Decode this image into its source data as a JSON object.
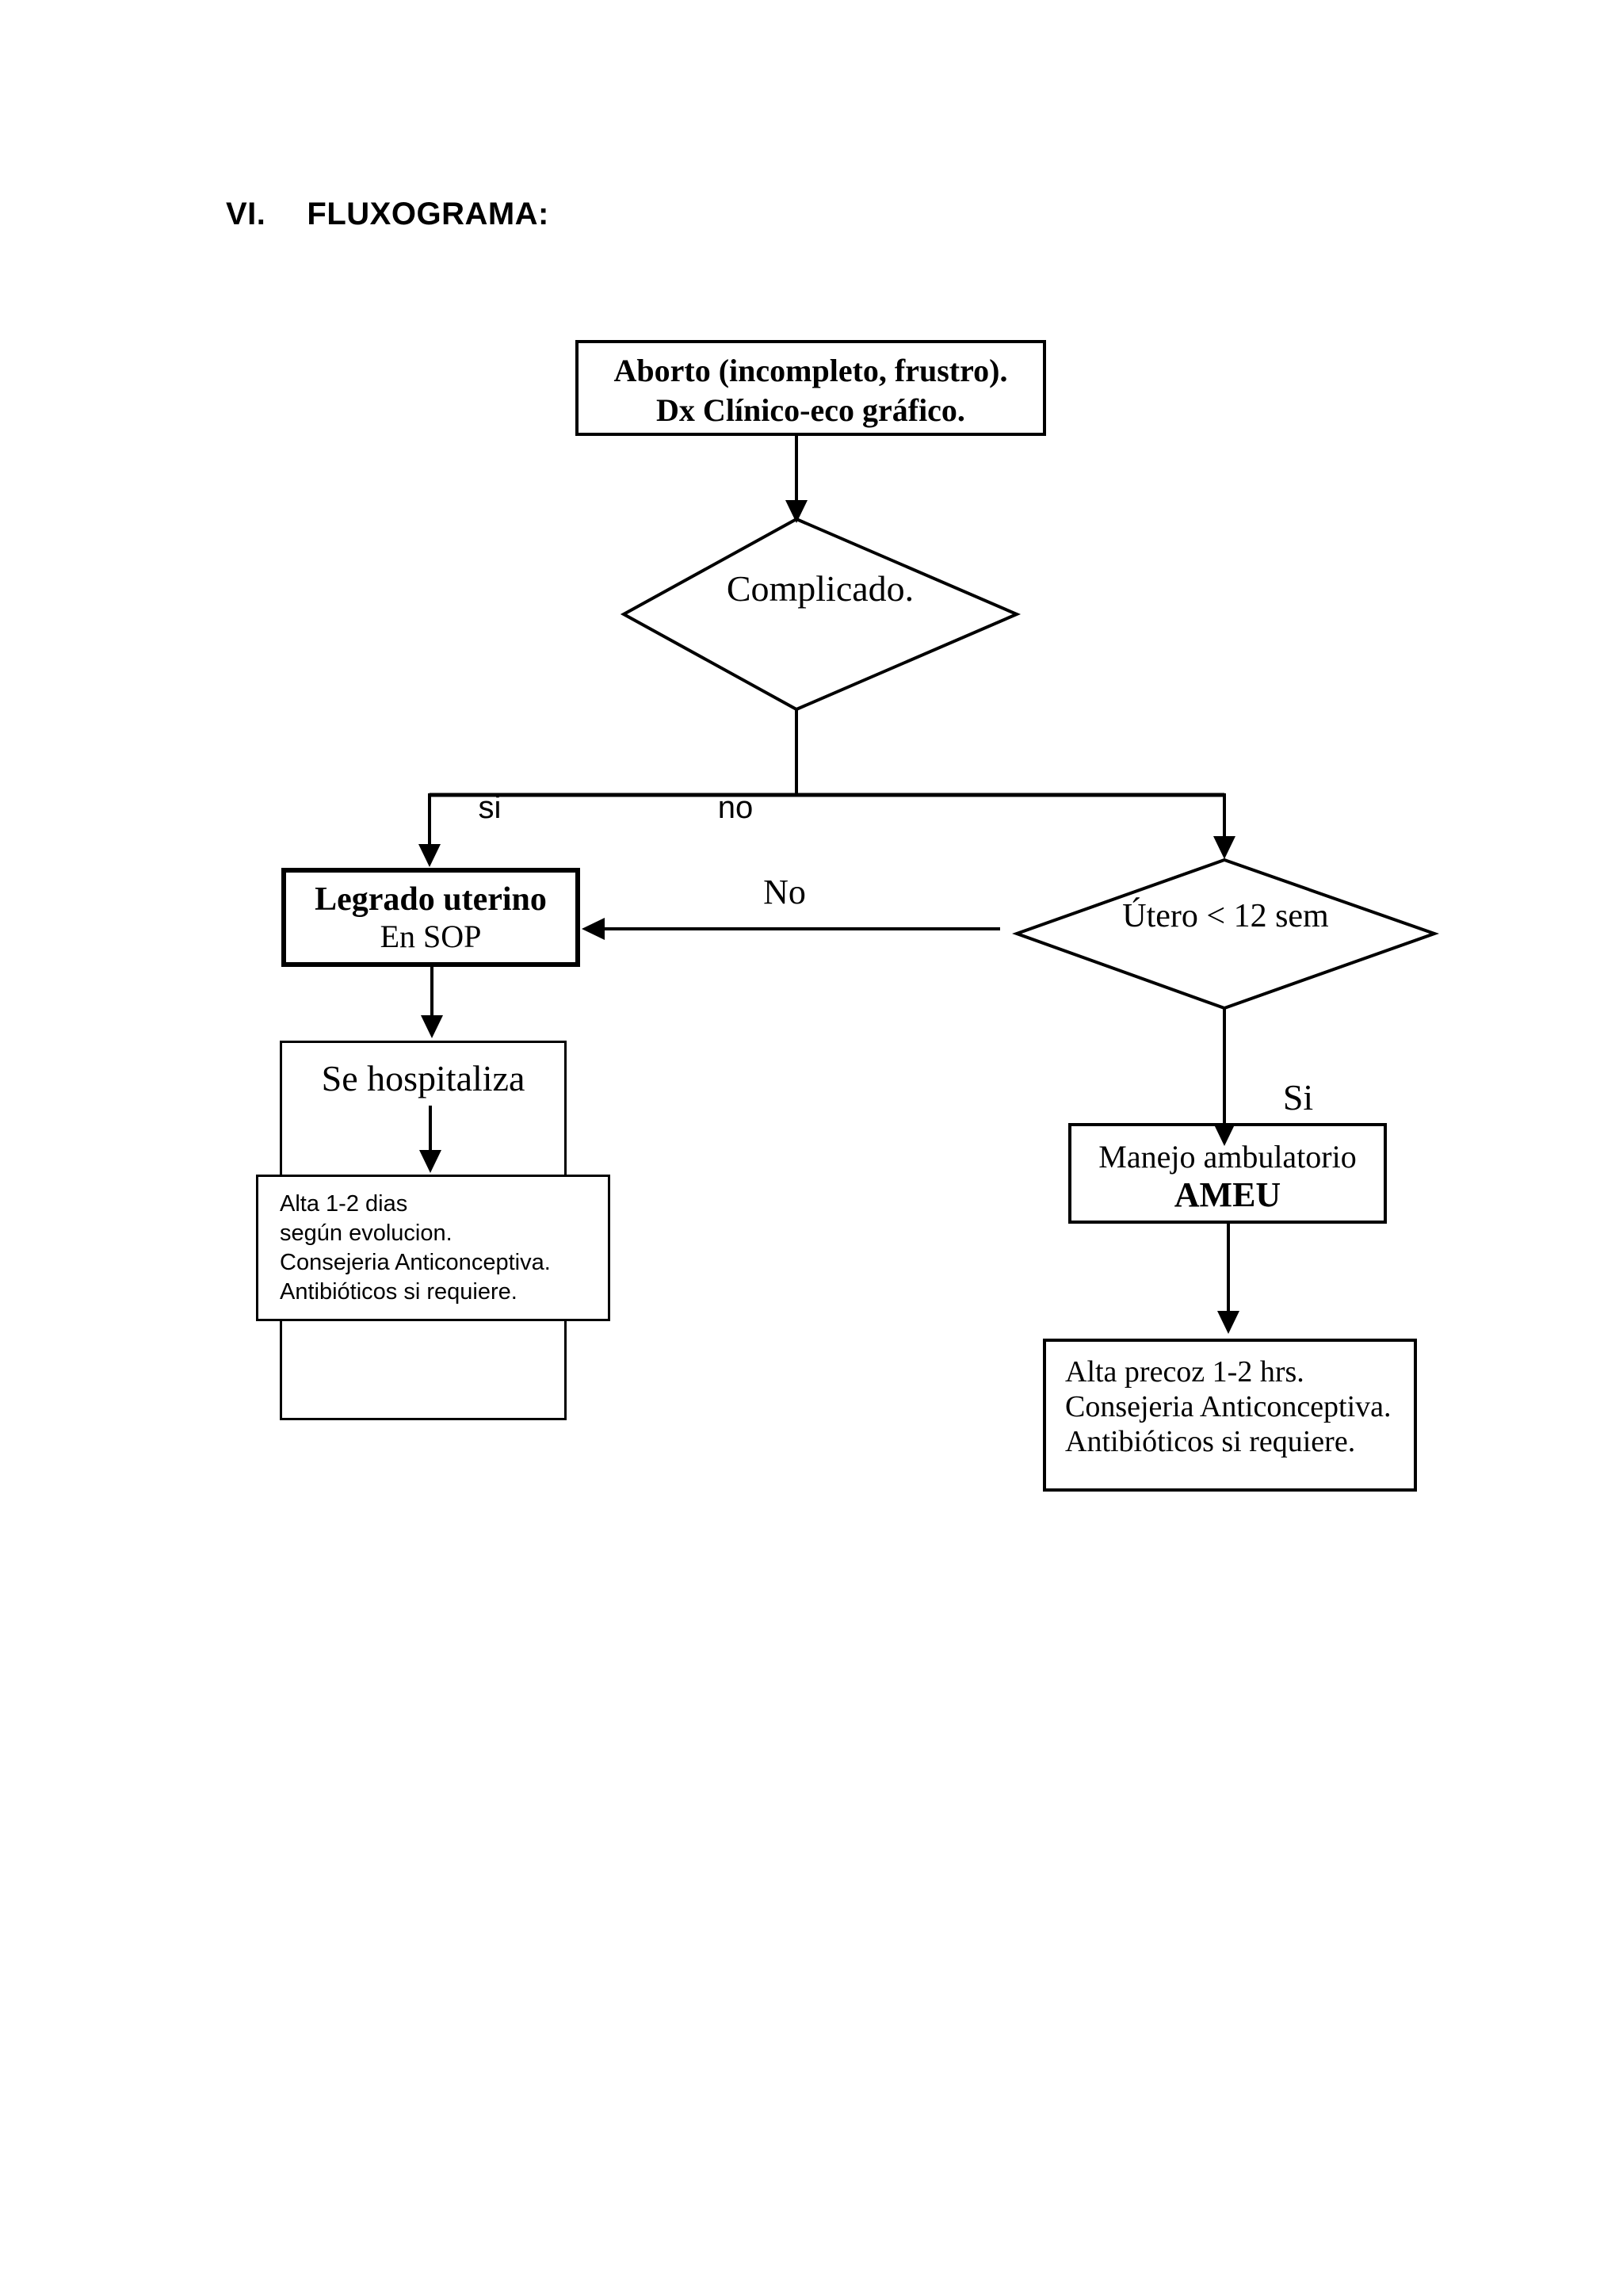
{
  "title": {
    "numeral": "VI.",
    "text": "FLUXOGRAMA:"
  },
  "flowchart": {
    "start_box": {
      "line1": "Aborto (incompleto, frustro).",
      "line2": "Dx Clínico-eco gráfico."
    },
    "complicated_decision": "Complicado.",
    "branch_si": "si",
    "branch_no": "no",
    "legrado_box": {
      "line1": "Legrado uterino",
      "line2": "En SOP"
    },
    "no_edge_label": "No",
    "utero_decision": "Útero < 12 sem",
    "hospitaliza_box": "Se hospitaliza",
    "alta_left_box": {
      "line1": "Alta 1-2 dias",
      "line2": "según evolucion.",
      "line3": "Consejeria Anticonceptiva.",
      "line4": "Antibióticos si requiere."
    },
    "si_edge_label": "Si",
    "ameu_box": {
      "line1": "Manejo ambulatorio",
      "line2": "AMEU"
    },
    "alta_right_box": {
      "line1": "Alta precoz 1-2 hrs.",
      "line2": "Consejeria Anticonceptiva.",
      "line3": "Antibióticos si requiere."
    }
  },
  "colors": {
    "ink": "#000000",
    "paper": "#ffffff"
  }
}
